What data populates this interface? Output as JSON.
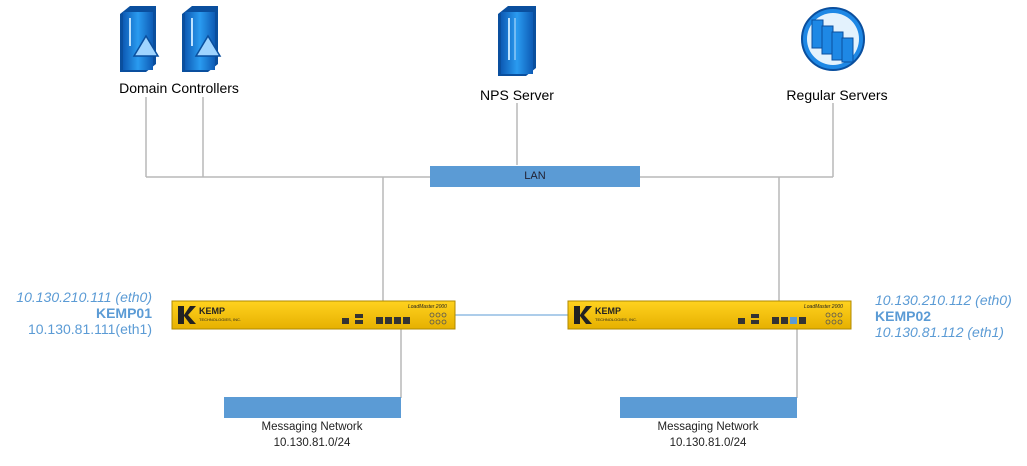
{
  "servers": {
    "domain_controllers": "Domain Controllers",
    "nps_server": "NPS Server",
    "regular_servers": "Regular Servers"
  },
  "lan": {
    "label": "LAN"
  },
  "kemp01": {
    "eth0": "10.130.210.111 (eth0)",
    "name": "KEMP01",
    "eth1": "10.130.81.111(eth1)",
    "model": "LoadMaster 2000",
    "brand": "KEMP",
    "brand_sub": "TECHNOLOGIES, INC."
  },
  "kemp02": {
    "eth0": "10.130.210.112 (eth0)",
    "name": "KEMP02",
    "eth1": "10.130.81.112 (eth1)",
    "model": "LoadMaster 2000",
    "brand": "KEMP",
    "brand_sub": "TECHNOLOGIES, INC."
  },
  "messaging_left": {
    "label": "Messaging Network",
    "subnet": "10.130.81.0/24"
  },
  "messaging_right": {
    "label": "Messaging Network",
    "subnet": "10.130.81.0/24"
  },
  "colors": {
    "line": "#b8b8b8",
    "bar": "#5b9bd5",
    "ip_text": "#5b9bd5",
    "appliance": "#f2c300",
    "server": "#1e88e5"
  }
}
